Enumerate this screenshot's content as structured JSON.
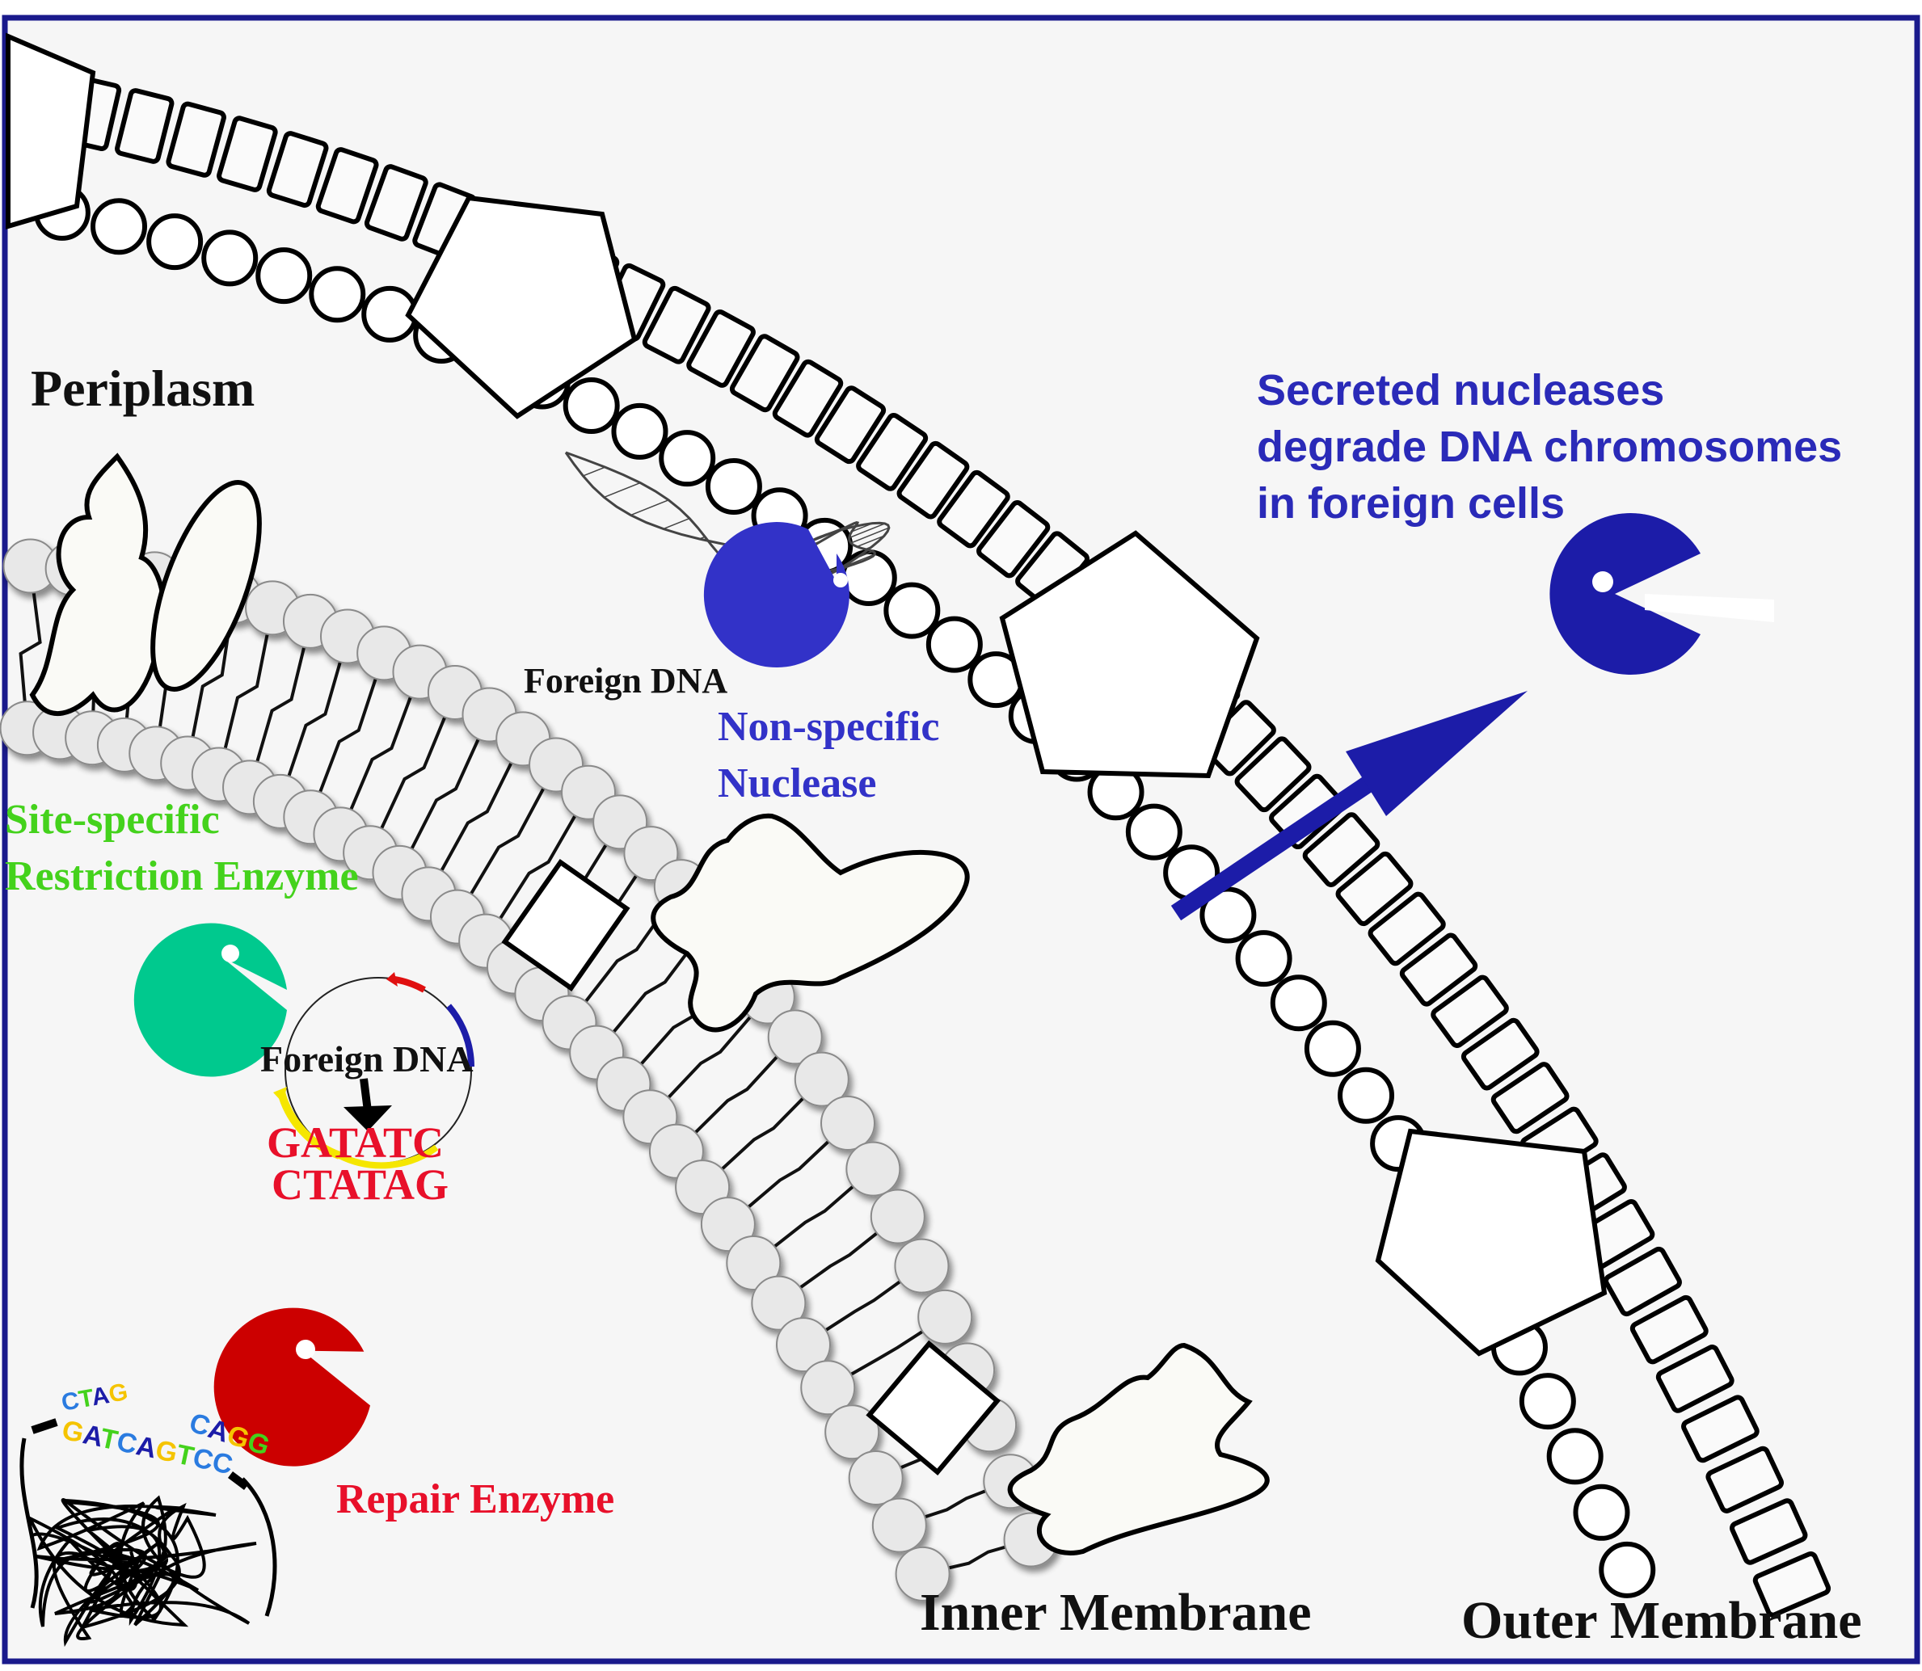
{
  "labels": {
    "periplasm": "Periplasm",
    "secreted": [
      "Secreted nucleases",
      "degrade DNA chromosomes",
      "in foreign cells"
    ],
    "foreign_dna_top": "Foreign DNA",
    "non_specific": [
      "Non-specific",
      "Nuclease"
    ],
    "site_specific": [
      "Site-specific",
      "Restriction Enzyme"
    ],
    "foreign_dna_plasmid": "Foreign DNA",
    "site_seq": [
      "GATATC",
      "CTATAG"
    ],
    "repair_enzyme": "Repair Enzyme",
    "inner_membrane": "Inner Membrane",
    "outer_membrane": "Outer Membrane",
    "repair_letters": [
      "CTAG",
      "GATCAGTCC",
      "CAGG"
    ]
  },
  "colors": {
    "frame": "#1a1a8c",
    "background": "#f6f6f6",
    "secreted_text": "#2a2ab8",
    "non_specific": "#3232c8",
    "nuclease_outer": "#1c1ca8",
    "site_specific_text": "#44d21c",
    "restriction_enzyme": "#00c98e",
    "repair_enzyme": "#cc0000",
    "sequence_text": "#e8102a",
    "label_dark": "#111111"
  },
  "icons": {
    "nuclease": "pacman-icon",
    "dna": "double-helix-icon",
    "plasmid": "circular-dna-icon",
    "chromosome": "tangled-dna-icon",
    "export": "arrow-icon"
  }
}
